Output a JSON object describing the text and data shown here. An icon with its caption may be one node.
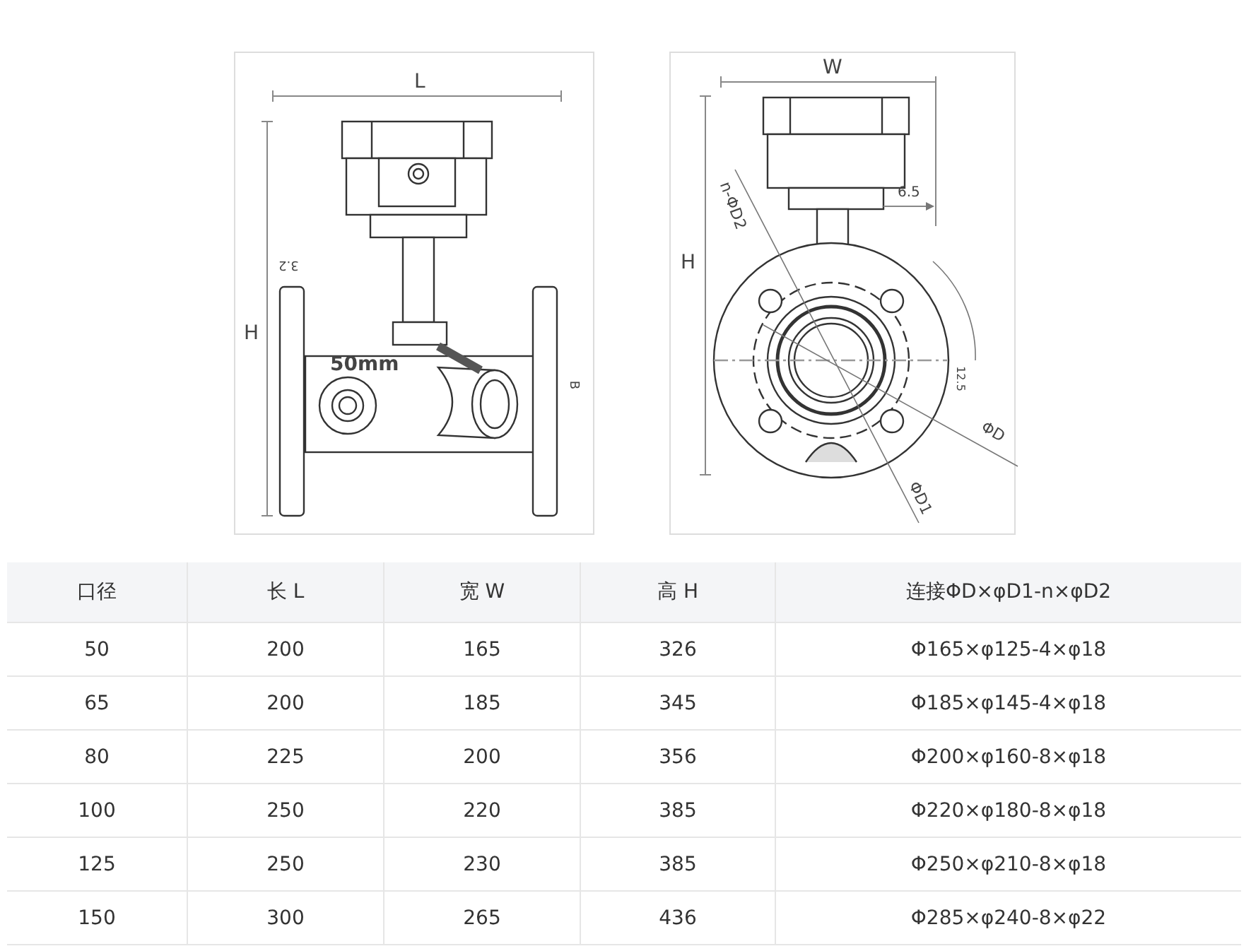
{
  "diagram": {
    "labels": [
      "L",
      "H",
      "3.2",
      "50mm",
      "B",
      "W",
      "n-ΦD2",
      "6.5",
      "H",
      "12.5",
      "ΦD",
      "ΦD1",
      "口径",
      "长 L",
      "宽 W",
      "高 H",
      "连接ΦD×φD1-n×φD2",
      "50",
      "200",
      "165",
      "326",
      "Φ165×φ125-4×φ18",
      "65",
      "200",
      "185",
      "345",
      "Φ185×φ145-4×φ18",
      "80",
      "225",
      "200",
      "356",
      "Φ200×φ160-8×φ18",
      "100",
      "250",
      "220",
      "385",
      "Φ220×φ180-8×φ18",
      "125",
      "250",
      "230",
      "385",
      "Φ250×φ210-8×φ18",
      "150",
      "300",
      "265",
      "436",
      "Φ285×φ240-8×φ22"
    ]
  }
}
